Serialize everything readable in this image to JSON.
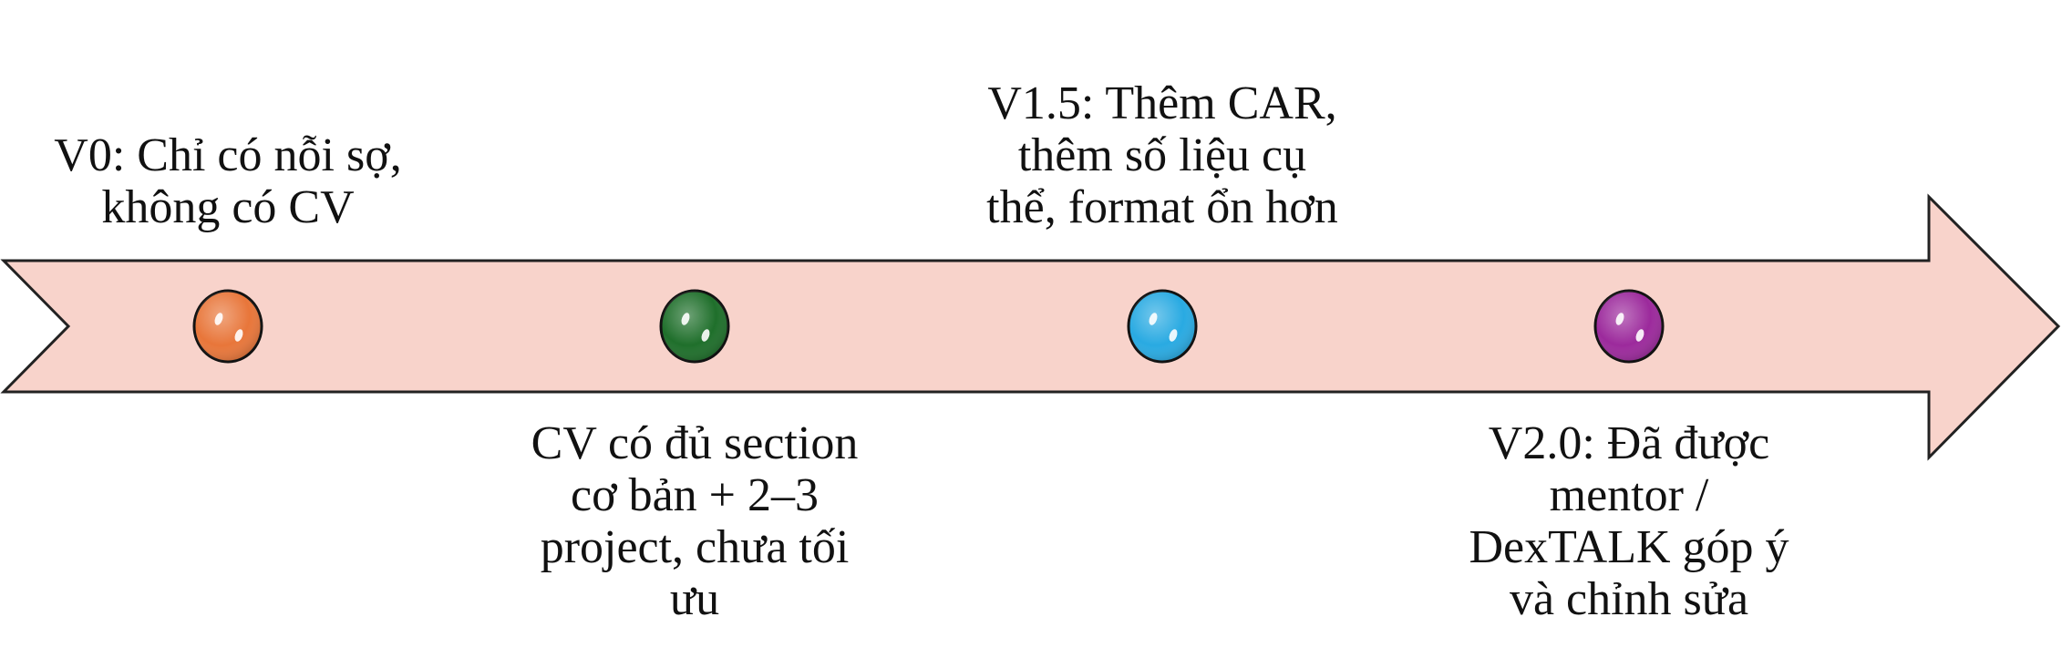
{
  "arrow": {
    "fill": "#f8d3cb",
    "stroke": "#222222"
  },
  "milestones": [
    {
      "color": "#e8763a",
      "position": "above",
      "lines": [
        "V0: Chỉ có nỗi sợ,",
        "không có CV"
      ]
    },
    {
      "color": "#1f6f2b",
      "position": "below",
      "lines": [
        "CV có đủ section",
        "cơ bản + 2–3",
        "project, chưa tối",
        "ưu"
      ]
    },
    {
      "color": "#29aae2",
      "position": "above",
      "lines": [
        "V1.5: Thêm CAR,",
        "thêm số liệu cụ",
        "thể, format ổn hơn"
      ]
    },
    {
      "color": "#9c2a9c",
      "position": "below",
      "lines": [
        "V2.0: Đã được",
        "mentor /",
        "DexTALK góp ý",
        "và chỉnh sửa"
      ]
    }
  ]
}
